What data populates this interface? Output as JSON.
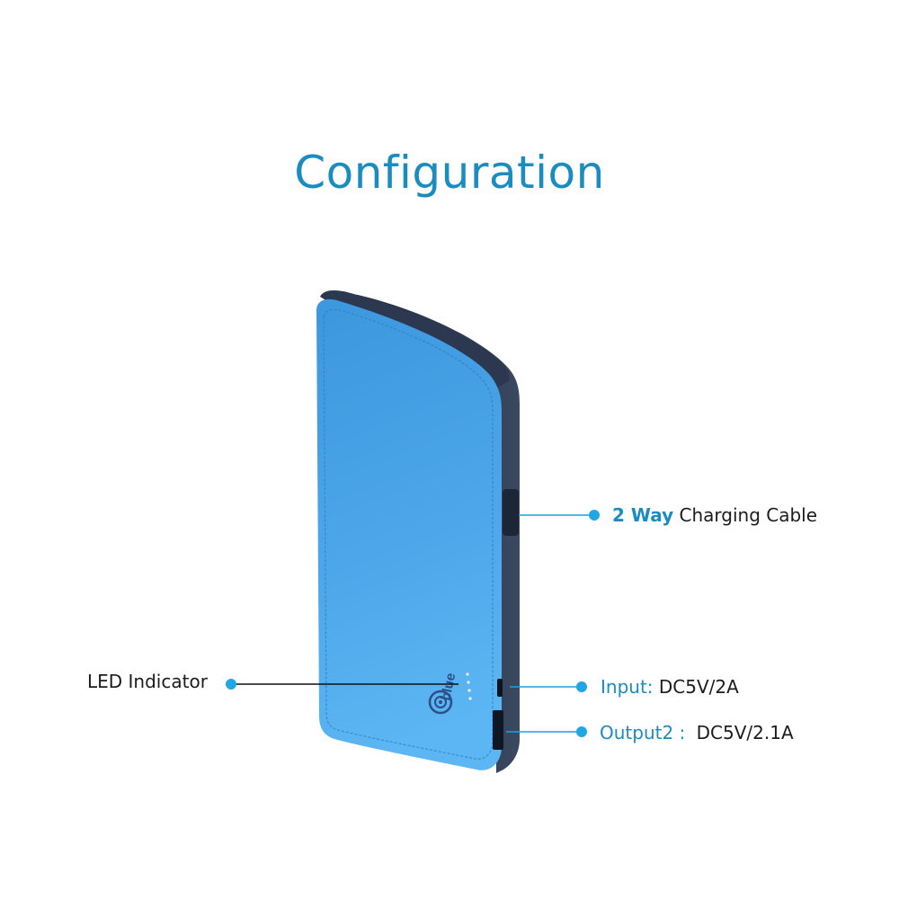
{
  "title": "Configuration",
  "brand_text": "blue",
  "colors": {
    "title": "#1a8cc0",
    "accent": "#1a8cc0",
    "dot": "#21a6e6",
    "body_top": "#3f9be0",
    "body_bottom": "#5ab4f2",
    "edge": "#2d3a4e"
  },
  "callouts": {
    "cable": {
      "emphasis": "2 Way",
      "text": "Charging Cable"
    },
    "led": {
      "text": "LED Indicator"
    },
    "input": {
      "label": "Input:",
      "value": "DC5V/2A"
    },
    "output": {
      "label": "Output2 :",
      "value": "DC5V/2.1A"
    }
  }
}
